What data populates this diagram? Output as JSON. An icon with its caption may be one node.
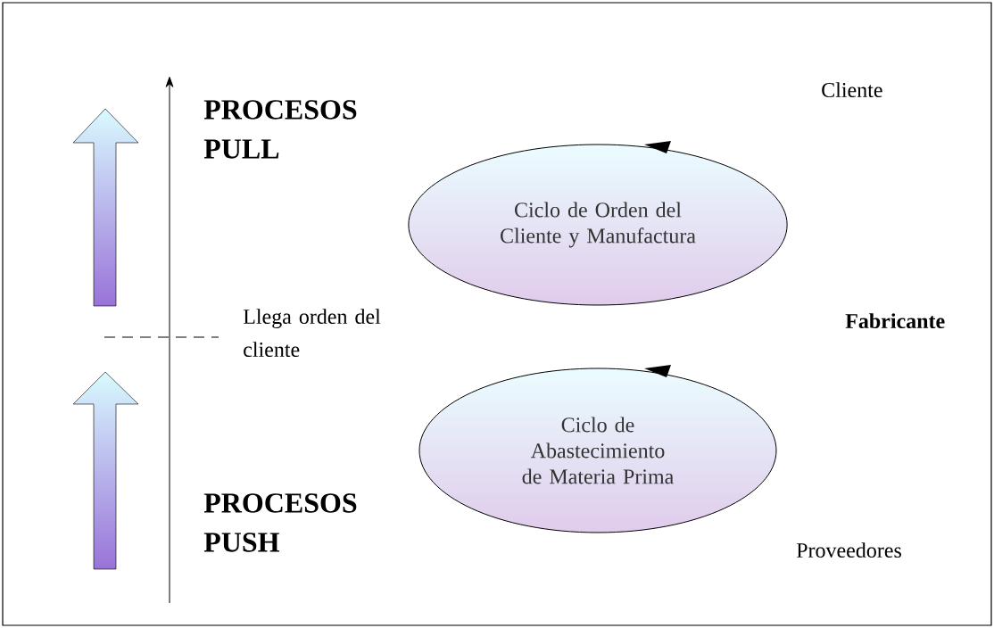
{
  "diagram": {
    "nodes": [
      {
        "text": [
          "Ciclo de Orden del Cliente y Manufactura"
        ]
      },
      {
        "text": [
          "Ciclo de Abastecimiento de Materia Prima"
        ]
      }
    ],
    "labels": [
      "PROCESOS PULL",
      "Cliente",
      "Llega orden del cliente",
      "Fabricante",
      "PROCESOS PUSH",
      "Proveedores"
    ]
  }
}
